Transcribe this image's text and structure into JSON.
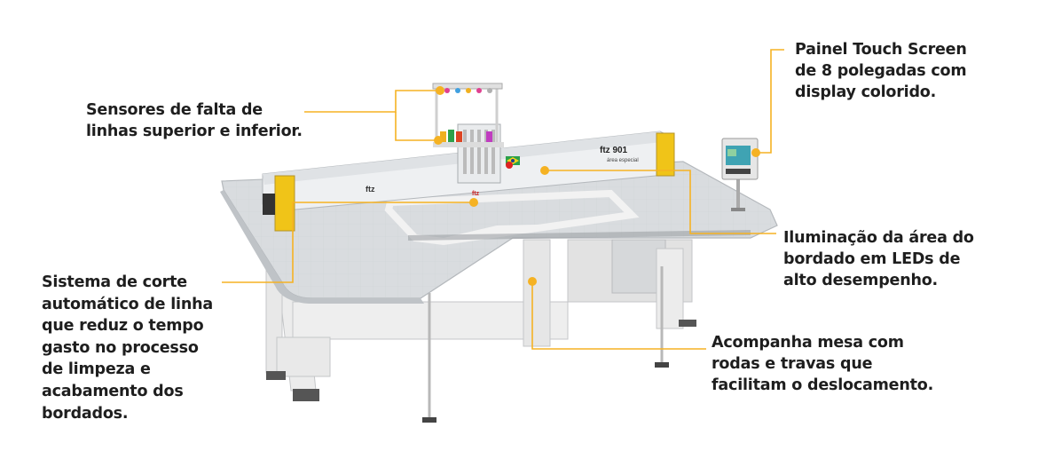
{
  "colors": {
    "accent": "#f5b223",
    "text": "#1e1e1e",
    "machine_body": "#e4e6e8",
    "table_top": "#d9dcdf",
    "frame": "#ececec",
    "panel_screen": "#3fa3b3"
  },
  "callouts": {
    "sensors": {
      "lines": [
        "Sensores de falta de",
        "linhas superior e inferior."
      ]
    },
    "panel": {
      "lines": [
        "Painel Touch Screen",
        "de 8 polegadas com",
        "display colorido."
      ]
    },
    "led": {
      "lines": [
        "Iluminação da área do",
        "bordado em LEDs de",
        "alto desempenho."
      ]
    },
    "cutting": {
      "lines": [
        "Sistema de corte",
        "automático de linha",
        "que reduz o tempo",
        "gasto no processo",
        "de limpeza e",
        "acabamento dos",
        "bordados."
      ]
    },
    "table": {
      "lines": [
        "Acompanha mesa com",
        "rodas e travas que",
        "facilitam o deslocamento."
      ]
    }
  },
  "machine": {
    "head_brand": "ftz",
    "arm_brand": "ftz",
    "model": "ftz 901",
    "model_sub": "área especial"
  },
  "icons": [
    "touch-panel-icon",
    "brazil-flag-icon",
    "thread-spool-icon"
  ]
}
